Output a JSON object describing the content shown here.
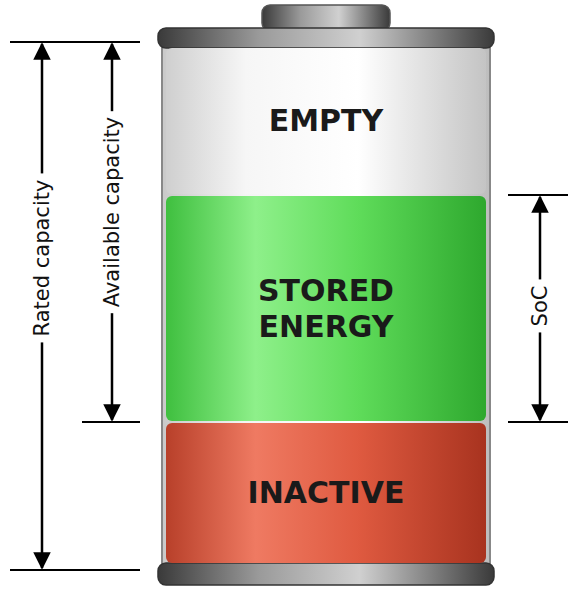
{
  "diagram": {
    "nodes": [
      {
        "text": [
          "EMPTY"
        ]
      },
      {
        "text": [
          "STORED ENERGY"
        ]
      },
      {
        "text": [
          "INACTIVE"
        ]
      }
    ],
    "labels": [
      "Rated capacity",
      "Available capacity",
      "SoC"
    ]
  }
}
